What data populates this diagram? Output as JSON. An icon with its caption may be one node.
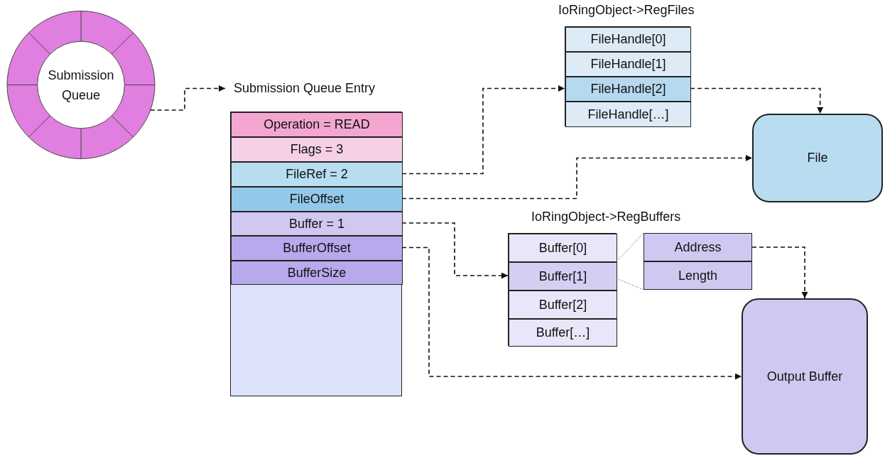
{
  "diagram": {
    "nodes": [
      {
        "text": [
          "Submission Queue"
        ]
      },
      {
        "text": [
          "Submission Queue Entry"
        ]
      },
      {
        "text": [
          "Operation = READ"
        ],
        "in": 1
      },
      {
        "text": [
          "Flags = 3"
        ],
        "in": 1
      },
      {
        "text": [
          "FileRef = 2"
        ],
        "in": 1
      },
      {
        "text": [
          "FileOffset"
        ],
        "in": 1
      },
      {
        "text": [
          "Buffer = 1"
        ],
        "in": 1
      },
      {
        "text": [
          "BufferOffset"
        ],
        "in": 1
      },
      {
        "text": [
          "BufferSize"
        ],
        "in": 1
      },
      {
        "text": [
          "IoRingObject->RegFiles"
        ]
      },
      {
        "text": [
          "FileHandle[0]"
        ],
        "in": 9
      },
      {
        "text": [
          "FileHandle[1]"
        ],
        "in": 9
      },
      {
        "text": [
          "FileHandle[2]"
        ],
        "in": 9
      },
      {
        "text": [
          "FileHandle[…]"
        ],
        "in": 9
      },
      {
        "text": [
          "File"
        ]
      },
      {
        "text": [
          "IoRingObject->RegBuffers"
        ]
      },
      {
        "text": [
          "Buffer[0]"
        ],
        "in": 15
      },
      {
        "text": [
          "Buffer[1]"
        ],
        "in": 15
      },
      {
        "text": [
          "Buffer[2]"
        ],
        "in": 15
      },
      {
        "text": [
          "Buffer[…]"
        ],
        "in": 15
      },
      {
        "text": [
          "Address"
        ]
      },
      {
        "text": [
          "Length"
        ]
      },
      {
        "text": [
          "Output Buffer"
        ]
      }
    ],
    "edges": [
      {
        "from": 0,
        "to": 1,
        "arrow": "to",
        "style": "dashed"
      },
      {
        "from": 4,
        "to": 12,
        "arrow": "to",
        "style": "dashed"
      },
      {
        "from": 12,
        "to": 14,
        "arrow": "to",
        "style": "dashed"
      },
      {
        "from": 5,
        "to": 14,
        "arrow": "to",
        "style": "dashed"
      },
      {
        "from": 6,
        "to": 17,
        "arrow": "to",
        "style": "dashed"
      },
      {
        "from": 17,
        "to": 20,
        "arrow": "none",
        "style": "dashed",
        "color": "#808080"
      },
      {
        "from": 17,
        "to": 21,
        "arrow": "none",
        "style": "dashed",
        "color": "#808080"
      },
      {
        "from": 20,
        "to": 22,
        "arrow": "to",
        "style": "dashed"
      },
      {
        "from": 7,
        "to": 22,
        "arrow": "to",
        "style": "dashed"
      }
    ]
  }
}
